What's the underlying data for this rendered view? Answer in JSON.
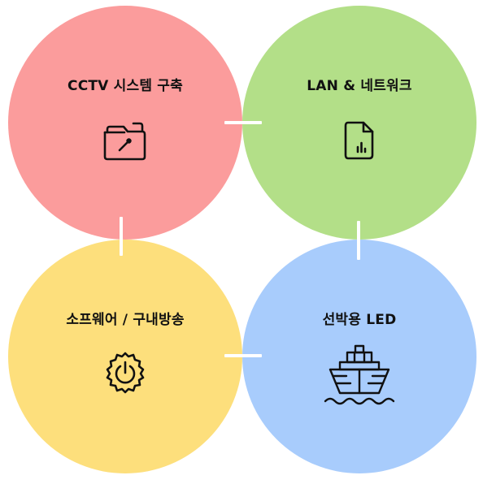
{
  "nodes": [
    {
      "label": "CCTV 시스템 구축",
      "icon": "folder-wrench-icon",
      "color": "#fb9c9c"
    },
    {
      "label": "LAN & 네트워크",
      "icon": "document-chart-icon",
      "color": "#b3df88"
    },
    {
      "label": "소프웨어 / 구내방송",
      "icon": "power-gear-icon",
      "color": "#fddf7c"
    },
    {
      "label": "선박용 LED",
      "icon": "ship-icon",
      "color": "#a8ccfc"
    }
  ],
  "connector_color": "#ffffff"
}
